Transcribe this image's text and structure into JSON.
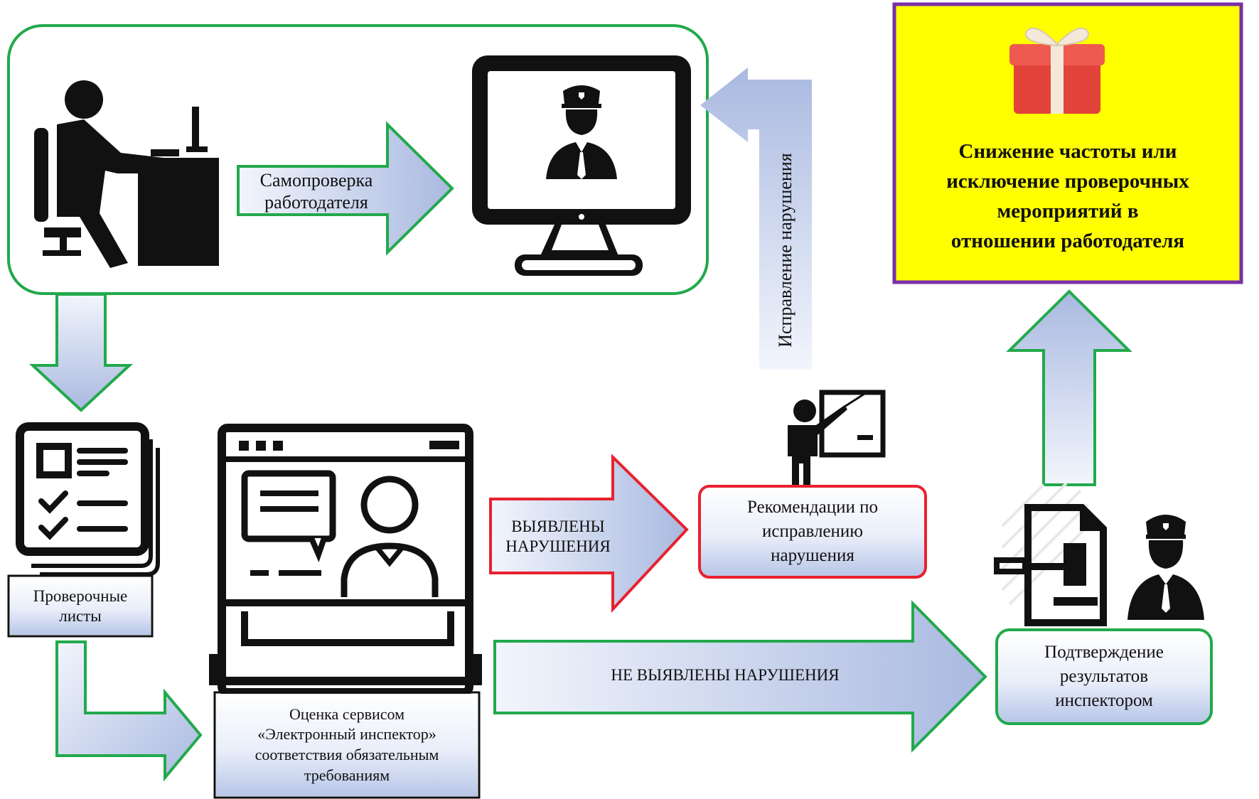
{
  "labels": {
    "self_check": "Самопроверка\nработодателя",
    "fix_violation": "Исправление нарушения",
    "reward": "Снижение частоты или\nисключение проверочных\nмероприятий в\nотношении работодателя",
    "checklists": "Проверочные\nлисты",
    "e_inspector": "Оценка сервисом\n«Электронный инспектор»\nсоответствия обязательным\nтребованиям",
    "violations_found": "ВЫЯВЛЕНЫ\nНАРУШЕНИЯ",
    "recommendations": "Рекомендации по\nисправлению\nнарушения",
    "no_violations": "НЕ ВЫЯВЛЕНЫ НАРУШЕНИЯ",
    "confirmation": "Подтверждение\nрезультатов\nинспектором"
  },
  "colors": {
    "green_border": "#22a94c",
    "red_border": "#e8212e",
    "purple_border": "#7a2fa8",
    "yellow_fill": "#ffff00",
    "arrow_light": "#eef2fb",
    "arrow_dark": "#a9b9e0",
    "icon": "#111111"
  },
  "icons": [
    "employer-at-desk-icon",
    "monitor-inspector-icon",
    "gift-icon",
    "checklist-icon",
    "laptop-video-chat-icon",
    "teacher-board-icon",
    "court-document-icon",
    "police-officer-icon"
  ]
}
